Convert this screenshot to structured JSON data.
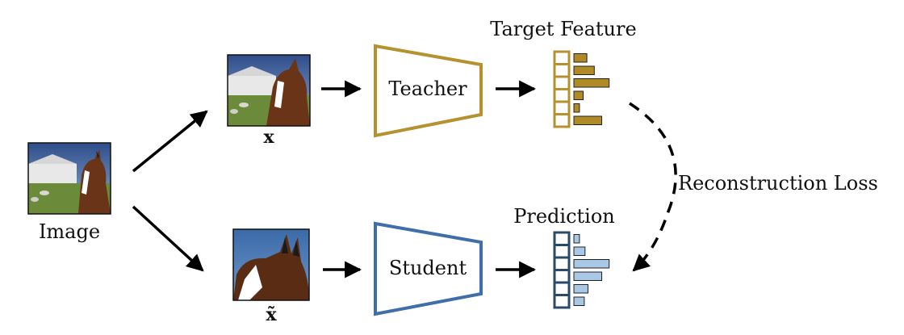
{
  "labels": {
    "image": "Image",
    "x": "x",
    "x_tilde": "x̃",
    "teacher": "Teacher",
    "student": "Student",
    "target_feature": "Target Feature",
    "prediction": "Prediction",
    "reconstruction_loss": "Reconstruction Loss"
  },
  "colors": {
    "teacher": "#b5922e",
    "teacher_fill": "#b08a26",
    "student": "#3f6fa8",
    "student_box": "#2a4a68",
    "student_fill": "#a9c8e6",
    "arrow": "#000000"
  },
  "features": {
    "target_bars": [
      0.35,
      0.55,
      0.95,
      0.25,
      0.15,
      0.75
    ],
    "prediction_bars": [
      0.15,
      0.3,
      0.95,
      0.75,
      0.38,
      0.28
    ]
  }
}
